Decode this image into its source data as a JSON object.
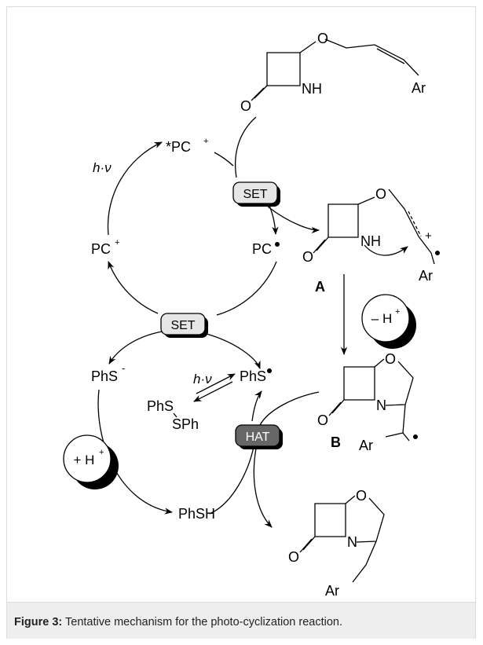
{
  "figure": {
    "caption_label": "Figure 3:",
    "caption_text": " Tentative mechanism for the photo-cyclization reaction."
  },
  "cycle1": {
    "excited_pc": "*PC",
    "pc_cation": "PC",
    "pc_radical": "PC",
    "light": "h·ν",
    "set_top": "SET",
    "set_bottom": "SET"
  },
  "cycle2": {
    "phs_anion": "PhS",
    "phs_radical": "PhS",
    "phsh": "PhSH",
    "disulfide_a": "PhS",
    "disulfide_b": "SPh",
    "light": "h·ν",
    "hat": "HAT",
    "plus_h": "+ H",
    "minus_h": "– H"
  },
  "molecules": {
    "start_O": "O",
    "start_NH": "NH",
    "start_carbonyl_O": "O",
    "start_Ar": "Ar",
    "A_O": "O",
    "A_NH": "NH",
    "A_carbonyl_O": "O",
    "A_Ar": "Ar",
    "A_label": "A",
    "B_O": "O",
    "B_N": "N",
    "B_carbonyl_O": "O",
    "B_Ar": "Ar",
    "B_label": "B",
    "P_O": "O",
    "P_N": "N",
    "P_carbonyl_O": "O",
    "P_Ar": "Ar"
  },
  "colors": {
    "set_fill": "#e6e6e6",
    "hat_fill": "#666666",
    "caption_bg": "#eeeeee"
  }
}
